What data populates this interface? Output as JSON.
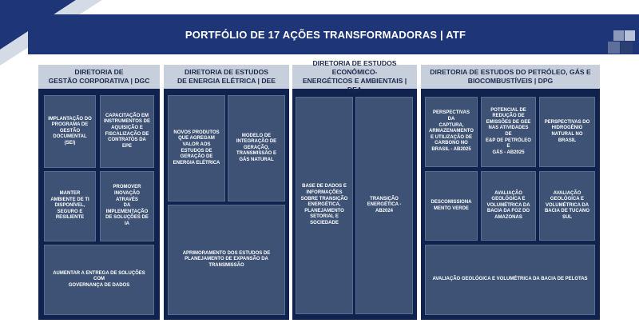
{
  "title": "PORTFÓLIO DE 17 AÇÕES TRANSFORMADORAS | ATF",
  "colors": {
    "title_bg": "#1e3578",
    "column_bg": "#10234f",
    "box_bg": "#3d5274",
    "header_bg": "#c8cfdc"
  },
  "columns": [
    {
      "header": "DIRETORIA DE\nGESTÃO CORPORATIVA | DGC",
      "boxes": [
        "IMPLANTAÇÃO DO\nPROGRAMA DE\nGESTÃO\nDOCUMENTAL\n(SEI)",
        "CAPACITAÇÃO EM\nINSTRUMENTOS DE\nAQUISIÇÃO E\nFISCALIZAÇÃO DE\nCONTRATOS DA EPE",
        "MANTER\nAMBIENTE DE TI\nDISPONÍVEL,\nSEGURO E\nRESILIENTE",
        "PROMOVER\nINOVAÇÃO ATRAVÉS\nDA\nIMPLEMENTAÇÃO\nDE SOLUÇÕES DE IA",
        "AUMENTAR A ENTREGA DE SOLUÇÕES COM\nGOVERNANÇA DE DADOS"
      ]
    },
    {
      "header": "DIRETORIA DE ESTUDOS\nDE ENERGIA ELÉTRICA | DEE",
      "boxes": [
        "NOVOS PRODUTOS\nQUE AGREGAM\nVALOR AOS\nESTUDOS DE\nGERAÇÃO DE\nENERGIA ELÉTRICA",
        "MODELO DE\nINTEGRAÇÃO DE\nGERAÇÃO,\nTRANSMISSÃO E\nGÁS NATURAL",
        "APRIMORAMENTO DOS ESTUDOS DE\nPLANEJAMENTO DE EXPANSÃO DA\nTRANSMISSÃO"
      ]
    },
    {
      "header": "DIRETORIA DE ESTUDOS ECONÔMICO-\nENERGÉTICOS E AMBIENTAIS | DEA",
      "boxes": [
        "BASE DE DADOS E\nINFORMAÇÕES\nSOBRE TRANSIÇÃO\nENERGÉTICA,\nPLANEJAMENTO\nSETORIAL E\nSOCIEDADE",
        "TRANSIÇÃO\nENERGÉTICA -\nAB2024"
      ]
    },
    {
      "header": "DIRETORIA DE ESTUDOS DO PETRÓLEO, GÁS E\nBIOCOMBUSTÍVEIS | DPG",
      "boxes": [
        "PERSPECTIVAS DA\nCAPTURA,\nARMAZENAMENTO\nE UTILIZAÇÃO DE\nCARBONO NO\nBRASIL - AB2025",
        "POTENCIAL DE\nREDUÇÃO DE\nEMISSÕES DE GEE\nNAS ATIVIDADES DE\nE&P DE PETRÓLEO E\nGÁS - AB2025",
        "PERSPECTIVAS DO\nHIDROGÊNIO\nNATURAL NO BRASIL",
        "DESCOMISSIONA\nMENTO VERDE",
        "AVALIAÇÃO\nGEOLÓGICA E\nVOLUMÉTRICA DA\nBACIA DA FOZ DO\nAMAZONAS",
        "AVALIAÇÃO\nGEOLÓGICA E\nVOLUMÉTRICA DA\nBACIA DE TUCANO\nSUL",
        "AVALIAÇÃO GEOLÓGICA E VOLUMÉTRICA DA BACIA DE PELOTAS"
      ]
    }
  ]
}
